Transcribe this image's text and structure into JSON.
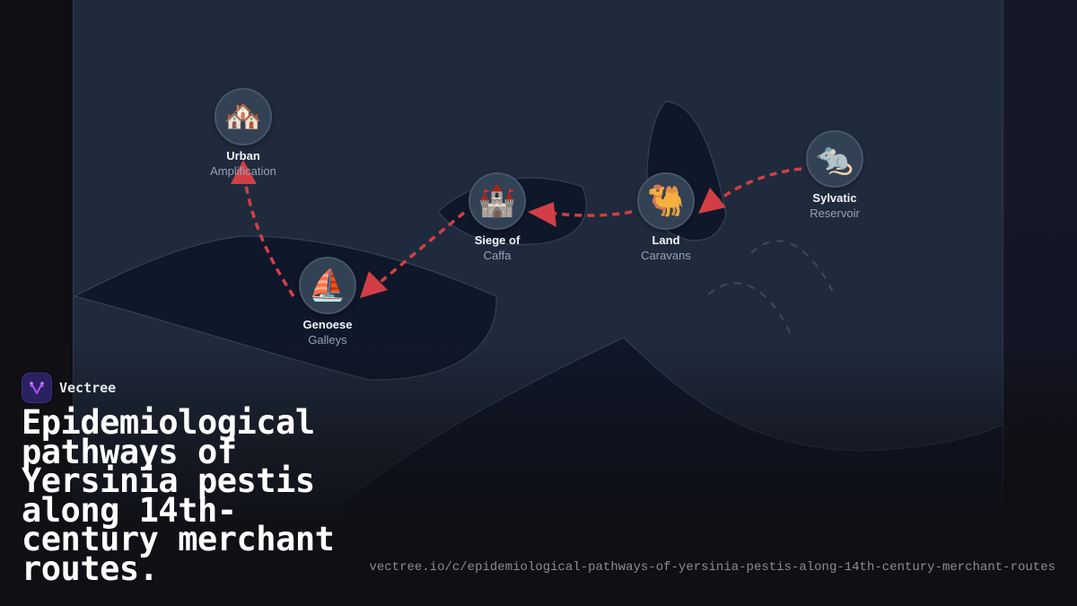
{
  "brand": {
    "name": "Vectree",
    "logo_icon": "vectree-fork-icon",
    "logo_color": "#a855f7"
  },
  "title": "Epidemiological pathways of Yersinia pestis along 14th-century merchant routes.",
  "url": "vectree.io/c/epidemiological-pathways-of-yersinia-pestis-along-14th-century-merchant-routes",
  "colors": {
    "arrow": "#d13f44",
    "panel": "#1f2a3c",
    "sea": "#0f172a",
    "node_fill": "#334155"
  },
  "diagram": {
    "nodes": [
      {
        "id": "sylvatic",
        "icon": "rat-icon",
        "glyph": "🐀",
        "title": "Sylvatic",
        "subtitle": "Reservoir"
      },
      {
        "id": "land",
        "icon": "camel-icon",
        "glyph": "🐫",
        "title": "Land",
        "subtitle": "Caravans"
      },
      {
        "id": "caffa",
        "icon": "castle-icon",
        "glyph": "🏰",
        "title": "Siege of",
        "subtitle": "Caffa"
      },
      {
        "id": "genoese",
        "icon": "sailboat-icon",
        "glyph": "⛵",
        "title": "Genoese",
        "subtitle": "Galleys"
      },
      {
        "id": "urban",
        "icon": "houses-icon",
        "glyph": "🏘️",
        "title": "Urban",
        "subtitle": "Amplification"
      }
    ],
    "edges": [
      {
        "from": "Sylvatic Reservoir",
        "to": "Land Caravans"
      },
      {
        "from": "Land Caravans",
        "to": "Siege of Caffa"
      },
      {
        "from": "Siege of Caffa",
        "to": "Genoese Galleys"
      },
      {
        "from": "Genoese Galleys",
        "to": "Urban Amplification"
      }
    ]
  }
}
